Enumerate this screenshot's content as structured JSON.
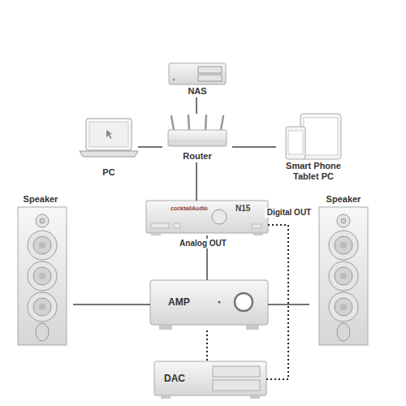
{
  "diagram": {
    "nodes": [
      {
        "text": [
          "NAS"
        ]
      },
      {
        "text": [
          "PC"
        ]
      },
      {
        "text": [
          "Router"
        ]
      },
      {
        "text": [
          "Smart Phone Tablet PC"
        ]
      },
      {
        "text": [
          "Speaker"
        ]
      },
      {
        "text": [
          "cocktailAudio",
          "N15"
        ]
      },
      {
        "text": [
          "Speaker"
        ]
      },
      {
        "text": [
          "AMP"
        ]
      },
      {
        "text": [
          "DAC"
        ]
      }
    ],
    "edges": [
      {
        "from": 0,
        "to": 2,
        "arrow": "none"
      },
      {
        "from": 1,
        "to": 2,
        "arrow": "none"
      },
      {
        "from": 2,
        "to": 3,
        "arrow": "none"
      },
      {
        "from": 2,
        "to": 5,
        "arrow": "none"
      },
      {
        "from": 5,
        "to": 7,
        "label": "Analog OUT",
        "arrow": "none"
      },
      {
        "from": 7,
        "to": 4,
        "arrow": "none"
      },
      {
        "from": 7,
        "to": 6,
        "arrow": "none"
      },
      {
        "from": 7,
        "to": 8,
        "arrow": "none"
      },
      {
        "from": 5,
        "to": 8,
        "label": "Digital OUT",
        "arrow": "none"
      }
    ]
  }
}
